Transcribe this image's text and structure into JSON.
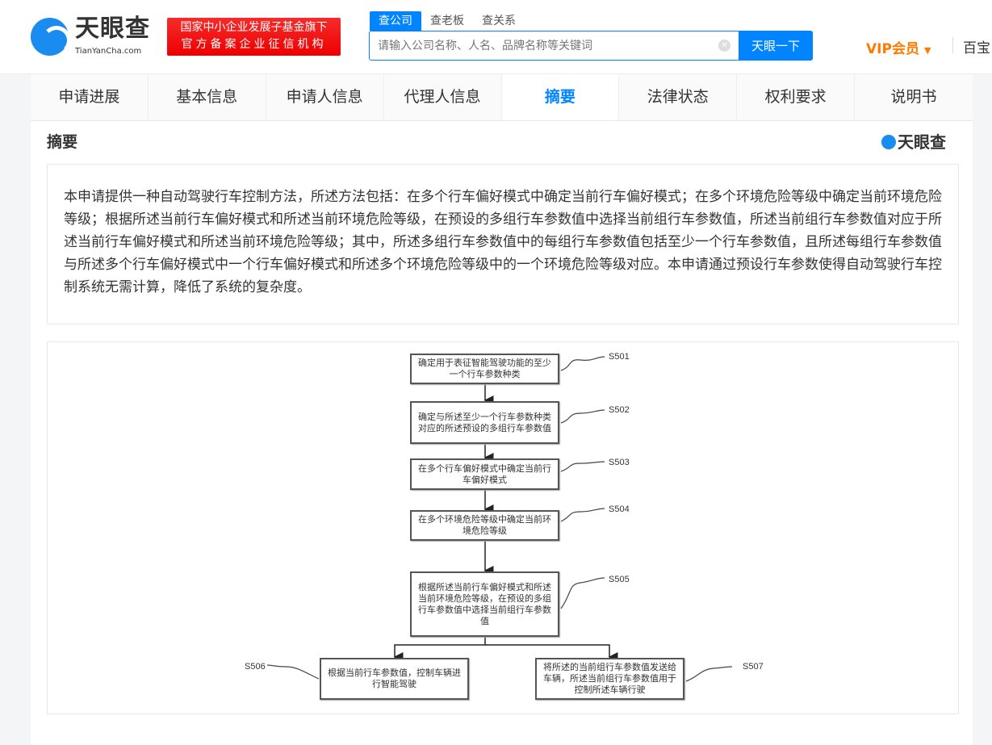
{
  "header": {
    "logo_name": "天眼查",
    "logo_domain": "TianYanCha.com",
    "badge_line1": "国家中小企业发展子基金旗下",
    "badge_line2": "官方备案企业征信机构",
    "search_tabs": [
      "查公司",
      "查老板",
      "查关系"
    ],
    "search_placeholder": "请输入公司名称、人名、品牌名称等关键词",
    "search_button": "天眼一下",
    "vip_label": "VIP会员",
    "baibao": "百宝"
  },
  "tabs": [
    "申请进展",
    "基本信息",
    "申请人信息",
    "代理人信息",
    "摘要",
    "法律状态",
    "权利要求",
    "说明书"
  ],
  "section": {
    "title": "摘要",
    "watermark": "天眼查",
    "abstract": "本申请提供一种自动驾驶行车控制方法，所述方法包括：在多个行车偏好模式中确定当前行车偏好模式；在多个环境危险等级中确定当前环境危险等级；根据所述当前行车偏好模式和所述当前环境危险等级，在预设的多组行车参数值中选择当前组行车参数值，所述当前组行车参数值对应于所述当前行车偏好模式和所述当前环境危险等级；其中，所述多组行车参数值中的每组行车参数值包括至少一个行车参数值，且所述每组行车参数值与所述多个行车偏好模式中一个行车偏好模式和所述多个环境危险等级中的一个环境危险等级对应。本申请通过预设行车参数使得自动驾驶行车控制系统无需计算，降低了系统的复杂度。"
  },
  "flowchart": {
    "steps": [
      {
        "label": "S501",
        "text": "确定用于表征智能驾驶功能的至少一个行车参数种类"
      },
      {
        "label": "S502",
        "text": "确定与所述至少一个行车参数种类对应的所述预设的多组行车参数值"
      },
      {
        "label": "S503",
        "text": "在多个行车偏好模式中确定当前行车偏好模式"
      },
      {
        "label": "S504",
        "text": "在多个环境危险等级中确定当前环境危险等级"
      },
      {
        "label": "S505",
        "text": "根据所述当前行车偏好模式和所述当前环境危险等级，在预设的多组行车参数值中选择当前组行车参数值"
      },
      {
        "label": "S506",
        "text": "根据当前行车参数值，控制车辆进行智能驾驶"
      },
      {
        "label": "S507",
        "text": "将所述的当前组行车参数值发送给车辆，所述当前组行车参数值用于控制所述车辆行驶"
      }
    ]
  },
  "colors": {
    "accent": "#0084ff",
    "badge": "#e60012",
    "vip": "#ff7a00"
  }
}
